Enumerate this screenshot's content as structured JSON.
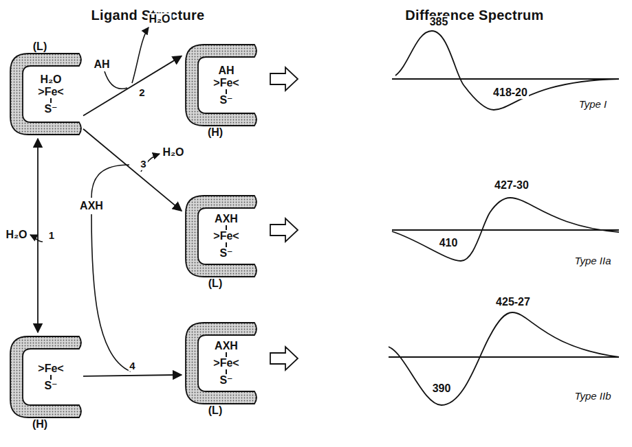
{
  "diagram": {
    "nodes": [
      {
        "text": [
          "(L)",
          "H₂O",
          ">Fe<",
          "S⁻"
        ]
      },
      {
        "text": [
          ">Fe<",
          "S⁻",
          "(H)"
        ]
      },
      {
        "text": [
          "AH",
          ">Fe<",
          "S⁻",
          "(H)"
        ]
      },
      {
        "text": [
          "AXH",
          ">Fe<",
          "S⁻",
          "(L)"
        ]
      },
      {
        "text": [
          "AXH",
          ">Fe<",
          "S⁻",
          "(L)"
        ]
      }
    ],
    "edges": [
      {
        "from": 0,
        "to": 1,
        "arrow": "both",
        "label": "1"
      },
      {
        "from": 0,
        "to": 2,
        "arrow": "to",
        "label": "2"
      },
      {
        "from": 0,
        "to": 3,
        "arrow": "to",
        "label": "3"
      },
      {
        "from": 1,
        "to": 4,
        "arrow": "to",
        "label": "4"
      }
    ],
    "labels": [
      "Ligand Structure",
      "Difference Spectrum",
      "AH",
      "H₂O",
      "H₂O",
      "H₂O",
      "AXH",
      "385",
      "418-20",
      "Type I",
      "427-30",
      "410",
      "Type IIa",
      "425-27",
      "390",
      "Type IIb"
    ]
  }
}
